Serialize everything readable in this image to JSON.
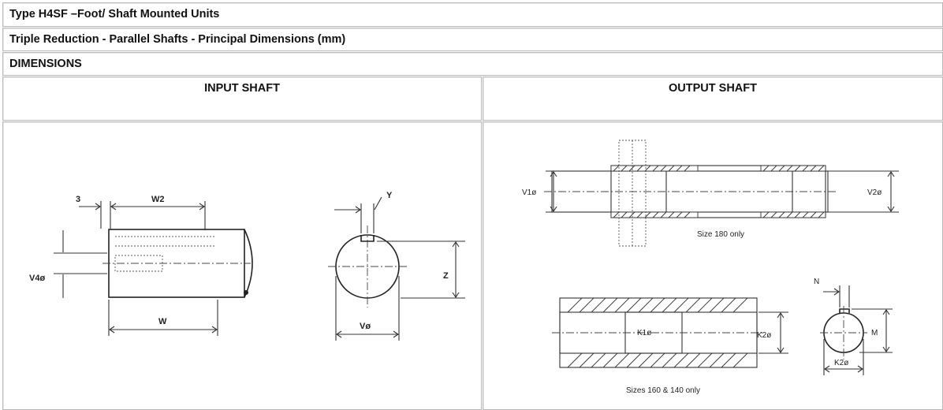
{
  "table": {
    "title": "Type H4SF –Foot/ Shaft Mounted Units",
    "subtitle": "Triple  Reduction - Parallel Shafts - Principal Dimensions (mm)",
    "section": "DIMENSIONS",
    "columns": [
      "INPUT SHAFT",
      "OUTPUT SHAFT"
    ]
  },
  "input_drawing": {
    "label_3": "3",
    "label_w2": "W2",
    "label_w": "W",
    "label_v4": "V4ø",
    "label_y": "Y",
    "label_z": "Z",
    "label_v": "Vø"
  },
  "output_drawing": {
    "label_v1": "V1ø",
    "label_v2": "V2ø",
    "caption_top": "Size 180 only",
    "label_k1": "K1ø",
    "label_k2": "K2ø",
    "label_n": "N",
    "label_m": "M",
    "label_k2_section": "K2ø",
    "caption_bottom": "Sizes 160 & 140 only"
  }
}
